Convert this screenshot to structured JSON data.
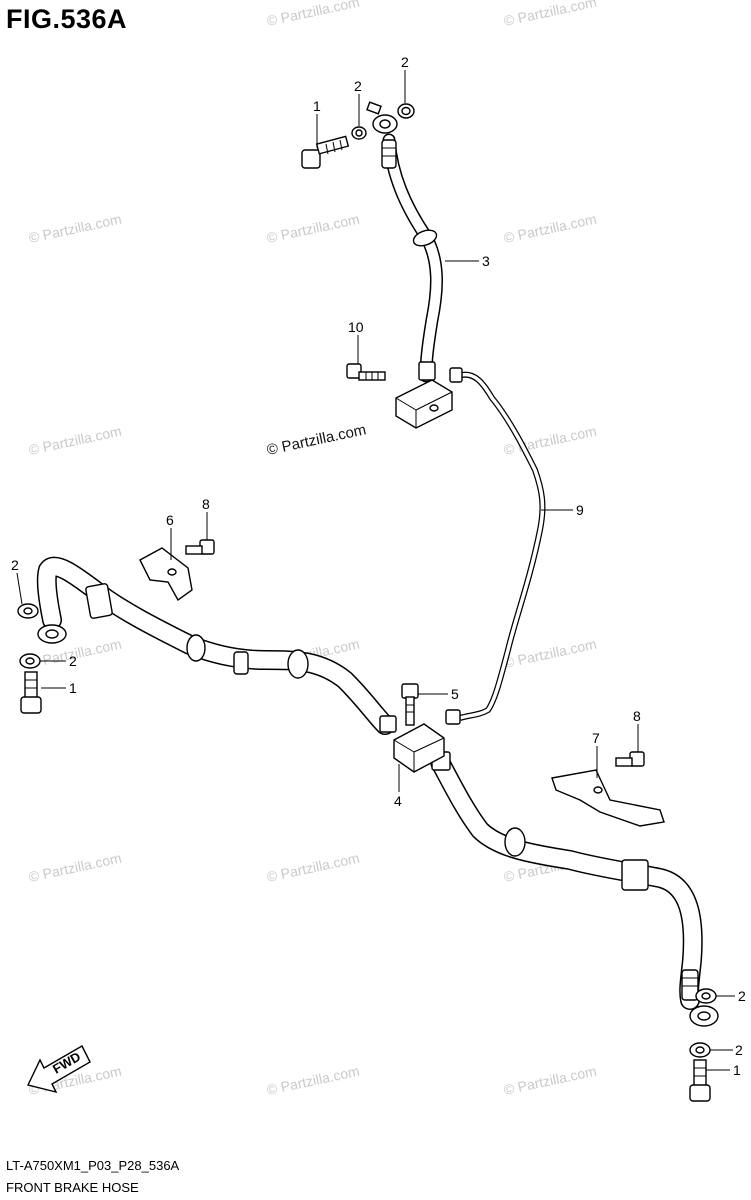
{
  "figure": {
    "title": "FIG.536A",
    "code": "LT-A750XM1_P03_P28_536A",
    "caption": "FRONT BRAKE HOSE"
  },
  "watermark": {
    "text": "© Partzilla.com",
    "color": "#c9c9c9"
  },
  "fwd_label": "FWD",
  "callouts": {
    "c1a": "1",
    "c2a": "2",
    "c2b": "2",
    "c3": "3",
    "c10": "10",
    "c9": "9",
    "c6": "6",
    "c8a": "8",
    "c2c": "2",
    "c2d": "2",
    "c1b": "1",
    "c5": "5",
    "c4": "4",
    "c7": "7",
    "c8b": "8",
    "c2e": "2",
    "c2f": "2",
    "c1c": "1"
  }
}
